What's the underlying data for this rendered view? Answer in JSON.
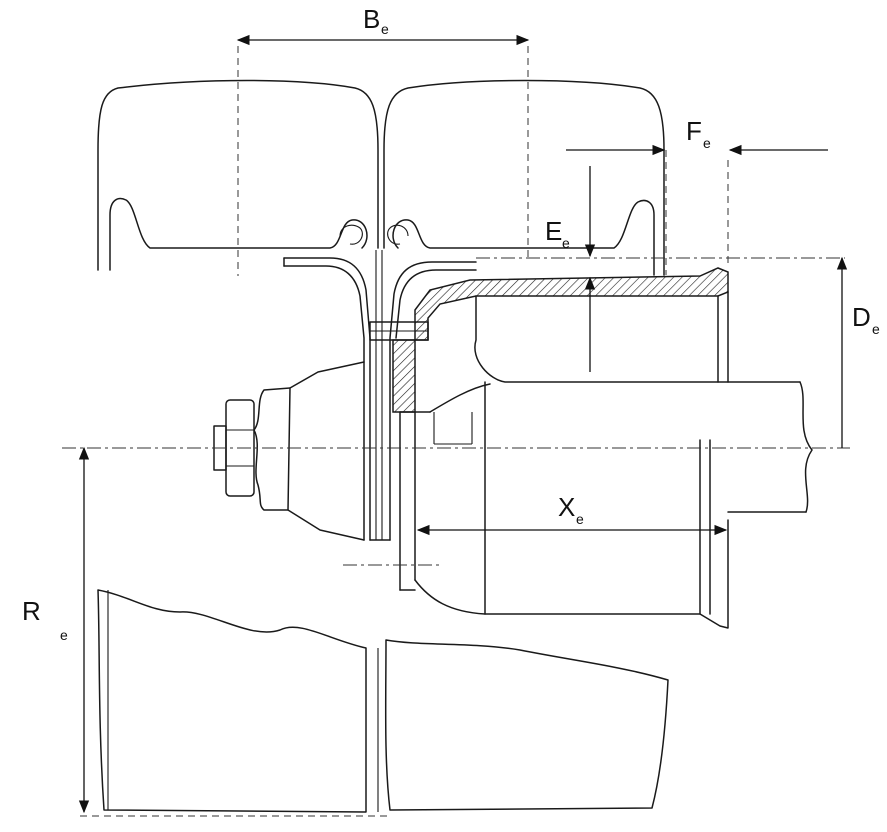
{
  "labels": {
    "be": {
      "main": "B",
      "sub": "e"
    },
    "fe": {
      "main": "F",
      "sub": "e"
    },
    "ee": {
      "main": "E",
      "sub": "e"
    },
    "de": {
      "main": "D",
      "sub": "e"
    },
    "xe": {
      "main": "X",
      "sub": "e"
    },
    "re": {
      "main": "R",
      "sub": "e"
    }
  }
}
